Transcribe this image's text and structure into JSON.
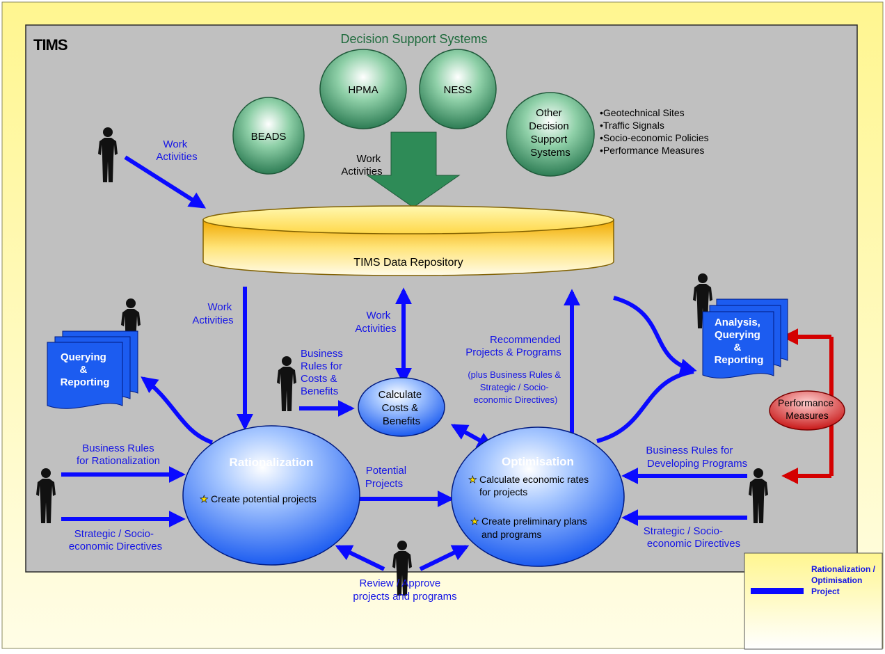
{
  "title": "TIMS",
  "dss": {
    "title": "Decision Support Systems",
    "systems": [
      "BEADS",
      "HPMA",
      "NESS"
    ],
    "other": [
      "Other",
      "Decision",
      "Support",
      "Systems"
    ],
    "other_list": [
      "•Geotechnical Sites",
      "•Traffic Signals",
      "•Socio-economic Policies",
      "•Performance Measures"
    ]
  },
  "repository": "TIMS Data Repository",
  "labels": {
    "wa_topleft": [
      "Work",
      "Activities"
    ],
    "wa_dss": [
      "Work",
      "Activities"
    ],
    "wa_rat": [
      "Work",
      "Activities"
    ],
    "wa_calc": [
      "Work",
      "Activities"
    ],
    "br_costs": [
      "Business",
      "Rules for",
      "Costs &",
      "Benefits"
    ],
    "recommended": [
      "Recommended",
      "Projects & Programs"
    ],
    "plus_rules": [
      "(plus Business Rules &",
      "Strategic / Socio-",
      "economic Directives)"
    ],
    "br_rational": [
      "Business Rules",
      "for Rationalization"
    ],
    "strategic_left": [
      "Strategic / Socio-",
      "economic Directives"
    ],
    "potential": [
      "Potential",
      "Projects"
    ],
    "br_dev": [
      "Business Rules for",
      "Developing Programs"
    ],
    "strategic_right": [
      "Strategic / Socio-",
      "economic Directives"
    ],
    "review": [
      "Review / Approve",
      "projects and programs"
    ]
  },
  "calc": [
    "Calculate",
    "Costs &",
    "Benefits"
  ],
  "rationalization": {
    "title": "Rationalization",
    "items": [
      "Create potential projects"
    ]
  },
  "optimisation": {
    "title": "Optimisation",
    "item1": [
      "Calculate economic rates",
      "for projects"
    ],
    "item2": [
      "Create preliminary plans",
      "and programs"
    ]
  },
  "docs": {
    "query_left": [
      "Querying",
      "&",
      "Reporting"
    ],
    "query_right": [
      "Analysis,",
      "Querying",
      "&",
      "Reporting"
    ]
  },
  "performance": [
    "Performance",
    "Measures"
  ],
  "legend": [
    "Rationalization /",
    "Optimisation",
    "Project"
  ],
  "colors": {
    "frame": "#fff9a8",
    "panel": "#c0c0c0",
    "arrow_blue": "#0a0aff",
    "arrow_green": "#2e8b57",
    "arrow_red": "#d40000",
    "text_blue": "#1414e6",
    "dss_green": "#3c8c64",
    "repo_gold": "#f2b400"
  }
}
